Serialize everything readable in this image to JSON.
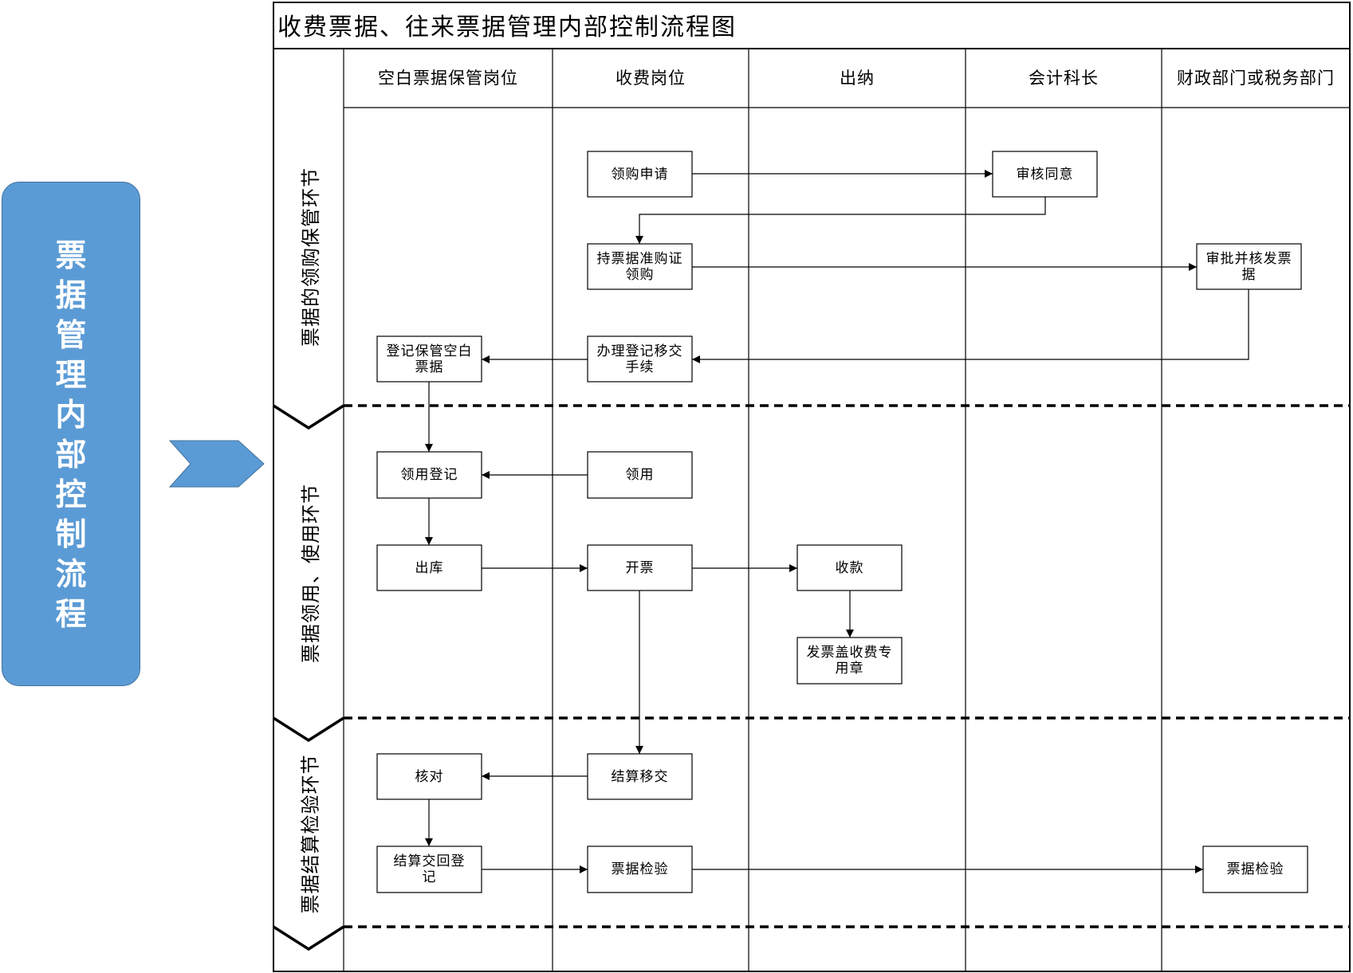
{
  "side_title": "票据管理内部控制流程",
  "title": "收费票据、往来票据管理内部控制流程图",
  "lanes": [
    "空白票据保管岗位",
    "收费岗位",
    "出纳",
    "会计科长",
    "财政部门或税务部门"
  ],
  "phases": [
    "票据的领购保管环节",
    "票据领用、使用环节",
    "票据结算检验环节"
  ],
  "nodes": {
    "apply": "领购申请",
    "approve_agree": "审核同意",
    "hold_buy": "持票据准购证领购",
    "approve_issue": "审批并核发票据",
    "register_transfer": "办理登记移交手续",
    "register_store": "登记保管空白票据",
    "use_register": "领用登记",
    "use": "领用",
    "out_store": "出库",
    "invoice": "开票",
    "collect": "收款",
    "stamp": "发票盖收费专用章",
    "check": "核对",
    "settle_transfer": "结算移交",
    "settle_return": "结算交回登记",
    "inspect_fee": "票据检验",
    "inspect_gov": "票据检验"
  },
  "colors": {
    "side_fill": "#5b9bd5",
    "side_border": "#41719c",
    "line": "#000000"
  }
}
